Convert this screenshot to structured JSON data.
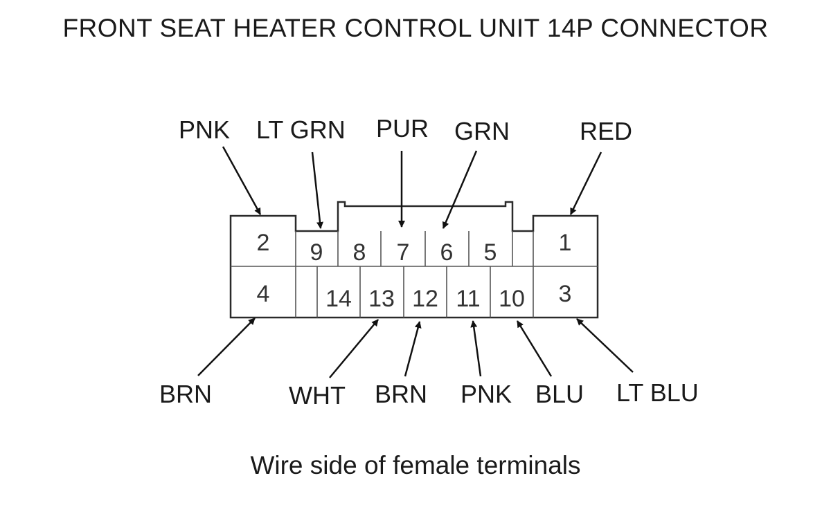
{
  "title": "FRONT SEAT HEATER CONTROL UNIT 14P CONNECTOR",
  "caption": "Wire side of female terminals",
  "pins": {
    "p1": "1",
    "p2": "2",
    "p3": "3",
    "p4": "4",
    "p5": "5",
    "p6": "6",
    "p7": "7",
    "p8": "8",
    "p9": "9",
    "p10": "10",
    "p11": "11",
    "p12": "12",
    "p13": "13",
    "p14": "14"
  },
  "wires": {
    "pin2": "PNK",
    "pin9": "LT GRN",
    "pin7": "PUR",
    "pin6": "GRN",
    "pin1": "RED",
    "pin4": "BRN",
    "pin13": "WHT",
    "pin12": "BRN",
    "pin11": "PNK",
    "pin10": "BLU",
    "pin3": "LT BLU"
  }
}
